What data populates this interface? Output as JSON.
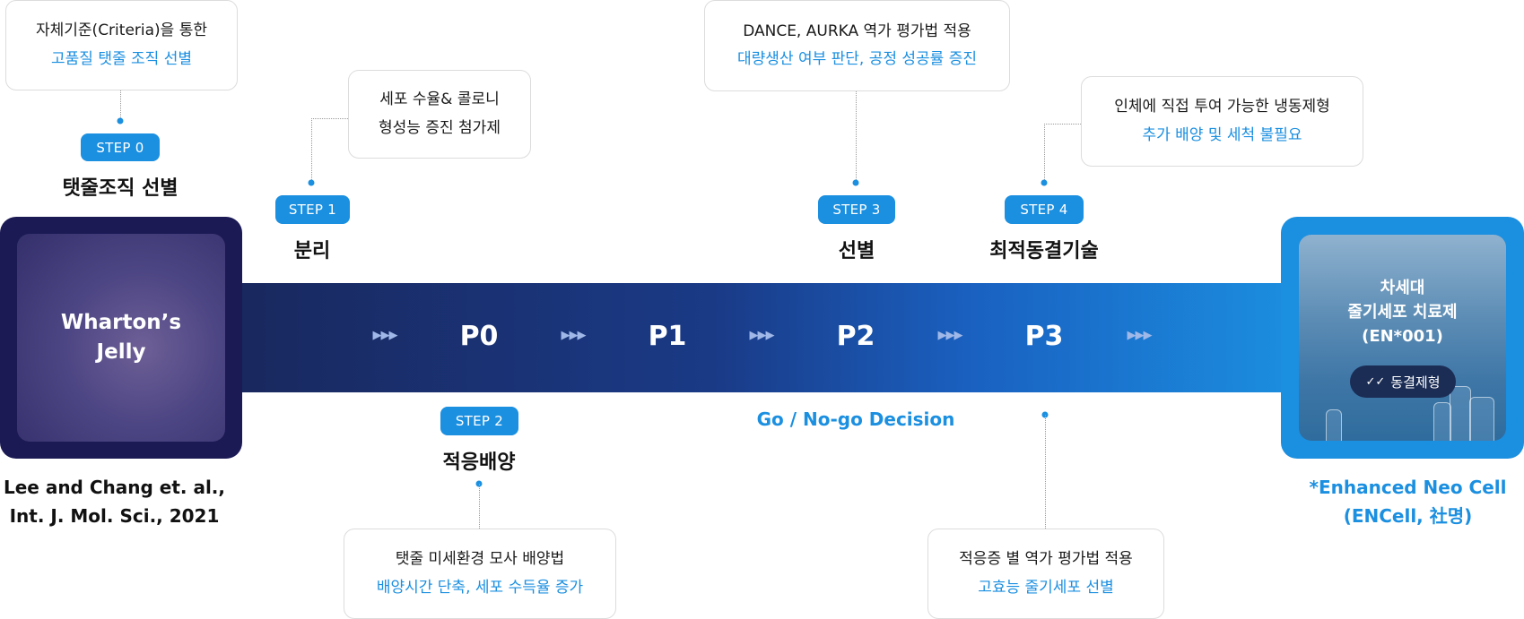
{
  "steps": {
    "s0": {
      "badge": "STEP 0",
      "title": "탯줄조직 선별",
      "callout_l1": "자체기준(Criteria)을 통한",
      "callout_l2": "고품질 탯줄 조직 선별"
    },
    "s1": {
      "badge": "STEP 1",
      "title": "분리",
      "callout_l1": "세포 수율& 콜로니",
      "callout_l2": "형성능 증진 첨가제"
    },
    "s2": {
      "badge": "STEP 2",
      "title": "적응배양",
      "callout_l1": "탯줄 미세환경 모사 배양법",
      "callout_l2": "배양시간 단축, 세포 수득율 증가"
    },
    "s3": {
      "badge": "STEP 3",
      "title": "선별",
      "callout_l1": "DANCE, AURKA 역가 평가법 적용",
      "callout_l2": "대량생산 여부 판단, 공정 성공률 증진"
    },
    "s4": {
      "badge": "STEP 4",
      "title": "최적동결기술",
      "callout_l1": "인체에 직접 투여 가능한 냉동제형",
      "callout_l2": "추가 배양 및 세척 불필요"
    },
    "s5": {
      "callout_l1": "적응증 별 역가 평가법 적용",
      "callout_l2": "고효능 줄기세포 선별"
    }
  },
  "stages": [
    "P0",
    "P1",
    "P2",
    "P3"
  ],
  "decision": "Go / No-go Decision",
  "left_card": {
    "line1": "Wharton’s",
    "line2": "Jelly"
  },
  "reference": {
    "line1": "Lee and Chang et. al.,",
    "line2": "Int. J. Mol. Sci., 2021"
  },
  "right_card": {
    "line1": "차세대",
    "line2": "줄기세포 치료제",
    "line3": "(EN*001)",
    "pill": "동결제형"
  },
  "right_caption": {
    "line1": "*Enhanced Neo Cell",
    "line2": "(ENCell, 社명)"
  },
  "colors": {
    "accent": "#1b8fe0",
    "dark_navy": "#1b1a55",
    "band_start": "#19285e",
    "band_end": "#1b8fe0"
  }
}
